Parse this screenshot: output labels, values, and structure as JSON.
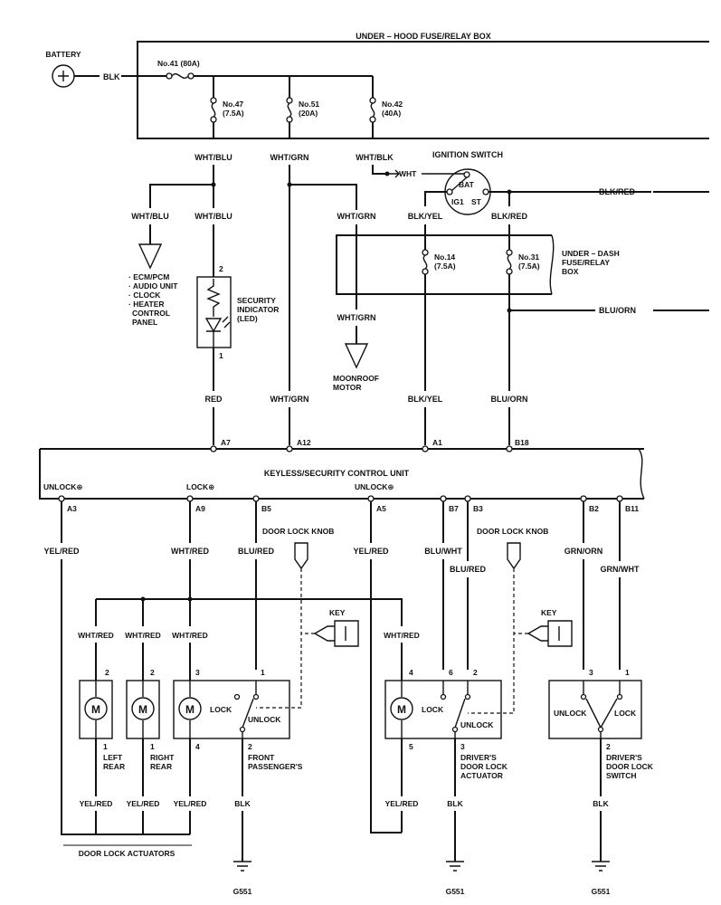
{
  "battery": {
    "label": "BATTERY",
    "wire": "BLK"
  },
  "fuse_box": {
    "title": "UNDER – HOOD FUSE/RELAY BOX",
    "main_fuse": "No.41 (80A)",
    "fuses": [
      {
        "no": "No.47",
        "amp": "(7.5A)",
        "wire": "WHT/BLU"
      },
      {
        "no": "No.51",
        "amp": "(20A)",
        "wire": "WHT/GRN"
      },
      {
        "no": "No.42",
        "amp": "(40A)",
        "wire": "WHT/BLK"
      }
    ]
  },
  "ignition": {
    "title": "IGNITION SWITCH",
    "wht": "WHT",
    "bat": "BAT",
    "ig1": "IG1",
    "st": "ST",
    "out_blk_red": "BLK/RED",
    "wire_blk_yel": "BLK/YEL",
    "wire_blk_red": "BLK/RED"
  },
  "under_dash": {
    "title_lines": [
      "UNDER – DASH",
      "FUSE/RELAY",
      "BOX"
    ],
    "fuse14": [
      "No.14",
      "(7.5A)"
    ],
    "fuse31": [
      "No.31",
      "(7.5A)"
    ],
    "out_blu_orn": "BLU/ORN"
  },
  "left_branch": {
    "wire_a": "WHT/BLU",
    "wire_b": "WHT/BLU",
    "loads": [
      "· ECM/PCM",
      "· AUDIO UNIT",
      "· CLOCK",
      "· HEATER",
      "CONTROL",
      "PANEL"
    ]
  },
  "security_indicator": {
    "label": [
      "SECURITY",
      "INDICATOR",
      "(LED)"
    ],
    "pin_top": "2",
    "pin_bottom": "1",
    "wire": "RED"
  },
  "moonroof": {
    "wire_a": "WHT/GRN",
    "wire_b": "WHT/GRN",
    "label": [
      "MOONROOF",
      "MOTOR"
    ],
    "wire_c": "WHT/GRN"
  },
  "inputs": {
    "blk_yel": "BLK/YEL",
    "blu_orn": "BLU/ORN",
    "pins": [
      "A7",
      "A12",
      "A1",
      "B18"
    ]
  },
  "control_unit": {
    "title": "KEYLESS/SECURITY CONTROL UNIT",
    "unlock1": "UNLOCK⊕",
    "lock": "LOCK⊕",
    "unlock2": "UNLOCK⊕",
    "pins": [
      "A3",
      "A9",
      "B5",
      "A5",
      "B7",
      "B3",
      "B2",
      "B11"
    ]
  },
  "wires_out": {
    "a3": "YEL/RED",
    "a9": "WHT/RED",
    "b5": "BLU/RED",
    "a5": "YEL/RED",
    "b7": "BLU/WHT",
    "b3": "BLU/RED",
    "b2": "GRN/ORN",
    "b11": "GRN/WHT"
  },
  "knob_labels": {
    "left": "DOOR LOCK KNOB",
    "right": "DOOR LOCK KNOB",
    "key1": "KEY",
    "key2": "KEY"
  },
  "actuators": {
    "wht_red": "WHT/RED",
    "left_rear": {
      "pin_top": "2",
      "pin_bottom": "1",
      "label": [
        "LEFT",
        "REAR"
      ]
    },
    "right_rear": {
      "pin_top": "2",
      "pin_bottom": "1",
      "label": [
        "RIGHT",
        "REAR"
      ]
    },
    "front_pass": {
      "pin3": "3",
      "pin1": "1",
      "pin4": "4",
      "pin2": "2",
      "lock": "LOCK",
      "unlock": "UNLOCK",
      "label": "FRONT",
      "label2": "PASSENGER'S"
    },
    "yel_red": "YEL/RED",
    "blk": "BLK",
    "group_label": "DOOR LOCK ACTUATORS"
  },
  "driver_actuator": {
    "pin4": "4",
    "pin6": "6",
    "pin2": "2",
    "pin5": "5",
    "pin3": "3",
    "lock": "LOCK",
    "unlock": "UNLOCK",
    "label": [
      "DRIVER'S",
      "DOOR LOCK",
      "ACTUATOR"
    ],
    "wire": "YEL/RED",
    "blk": "BLK"
  },
  "driver_switch": {
    "pin3": "3",
    "pin1": "1",
    "pin2": "2",
    "unlock": "UNLOCK",
    "lock": "LOCK",
    "label": [
      "DRIVER'S",
      "DOOR LOCK",
      "SWITCH"
    ],
    "blk": "BLK"
  },
  "grounds": [
    "G551",
    "G551",
    "G551"
  ],
  "motor_letter": "M"
}
